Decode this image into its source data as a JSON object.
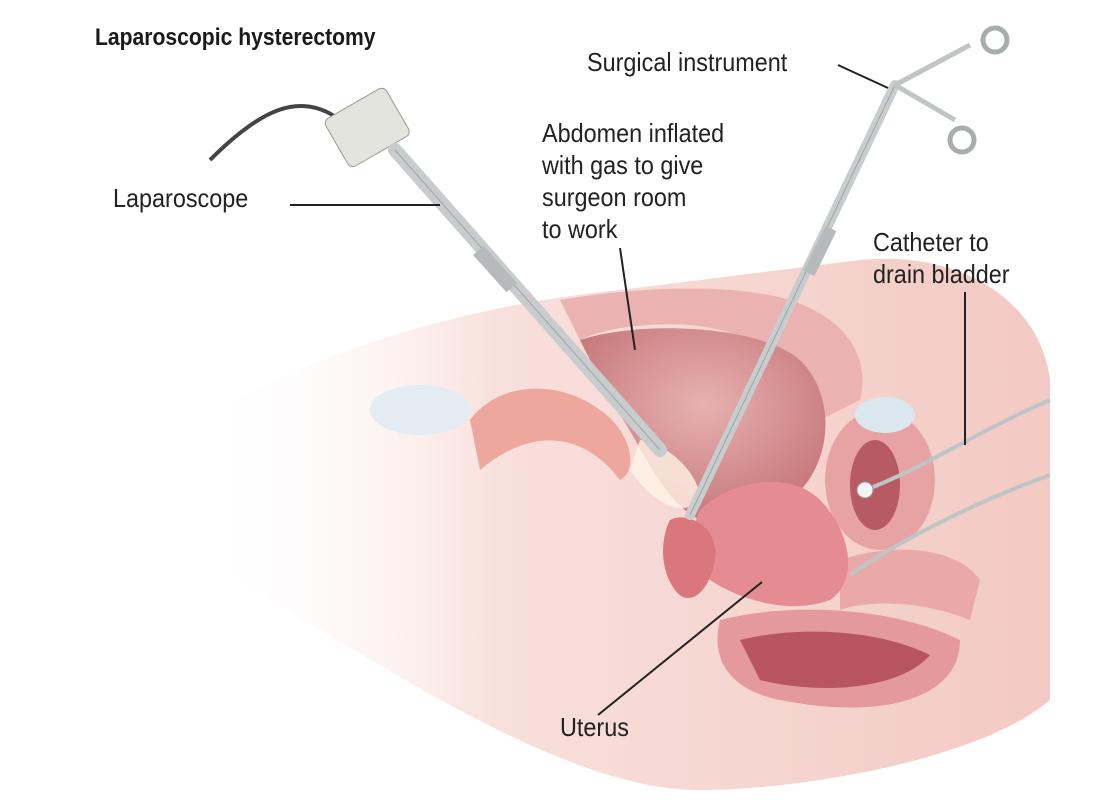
{
  "title": "Laparoscopic hysterectomy",
  "labels": {
    "surgical_instrument": "Surgical instrument",
    "abdomen": [
      "Abdomen inflated",
      "with gas to give",
      "surgeon room",
      "to work"
    ],
    "laparoscope": "Laparoscope",
    "catheter": [
      "Catheter to",
      "drain bladder"
    ],
    "uterus": "Uterus"
  },
  "colors": {
    "skin": "#f6d6d0",
    "tissue": "#e9a7a6",
    "cavity": "#d98c8e",
    "instrument": "#c9cccc"
  }
}
